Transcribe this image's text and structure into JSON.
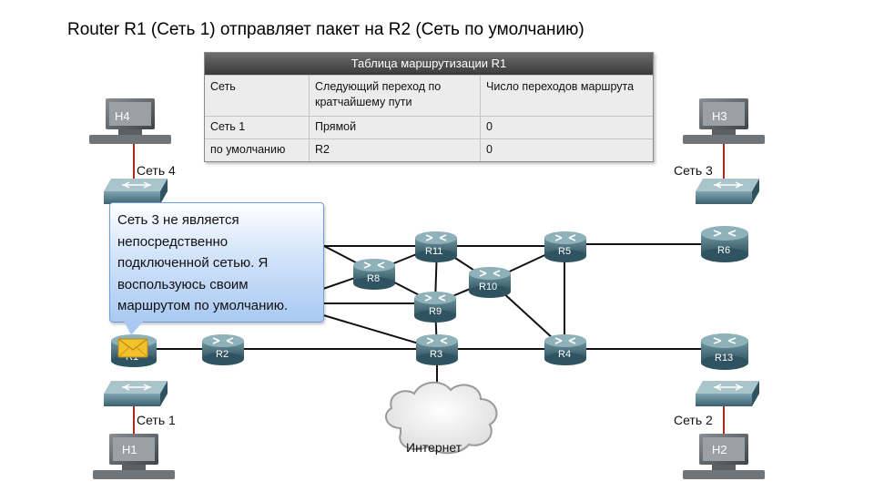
{
  "title": "Router R1 (Сеть 1) отправляет пакет на R2 (Сеть по умолчанию)",
  "routing_table": {
    "caption": "Таблица маршрутизации R1",
    "headers": [
      "Сеть",
      "Следующий переход по кратчайшему пути",
      "Число переходов маршрута"
    ],
    "rows": [
      [
        "Сеть 1",
        "Прямой",
        "0"
      ],
      [
        "по умолчанию",
        "R2",
        "0"
      ]
    ]
  },
  "callout": {
    "text": "Сеть 3 не является непосредственно подключенной сетью. Я воспользуюсь своим маршрутом по умолчанию."
  },
  "hosts": {
    "h1": "H1",
    "h2": "H2",
    "h3": "H3",
    "h4": "H4"
  },
  "networks": {
    "net1": "Сеть 1",
    "net2": "Сеть 2",
    "net3": "Сеть 3",
    "net4": "Сеть 4"
  },
  "routers": {
    "r1": "R1",
    "r2": "R2",
    "r3": "R3",
    "r4": "R4",
    "r5": "R5",
    "r6": "R6",
    "r8": "R8",
    "r9": "R9",
    "r10": "R10",
    "r11": "R11",
    "r13": "R13"
  },
  "internet": "Интернет",
  "colors": {
    "link": "#111111",
    "host_link": "#b3261e",
    "router": "#3f6470",
    "switch": "#4d7580"
  },
  "icons": {
    "packet": "envelope-icon"
  }
}
